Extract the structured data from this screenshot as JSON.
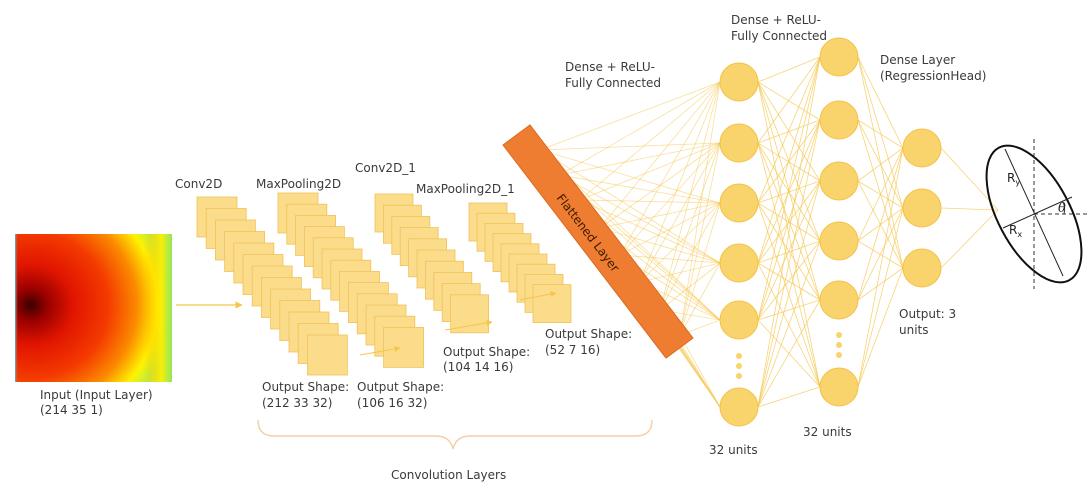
{
  "input": {
    "label_line1": "Input (Input Layer)",
    "label_line2": "(214 35 1)"
  },
  "conv_layers": [
    {
      "name": "Conv2D",
      "shape_label": "Output Shape:",
      "shape_value": "(212 33 32)"
    },
    {
      "name": "MaxPooling2D",
      "shape_label": "Output Shape:",
      "shape_value": "(106 16 32)"
    },
    {
      "name": "Conv2D_1",
      "shape_label": "Output Shape:",
      "shape_value": "(104 14 16)"
    },
    {
      "name": "MaxPooling2D_1",
      "shape_label": "Output Shape:",
      "shape_value": "(52 7 16)"
    }
  ],
  "convolution_group_label": "Convolution Layers",
  "flatten_label": "Flattened Layer",
  "dense1": {
    "title_line1": "Dense + ReLU-",
    "title_line2": "Fully Connected",
    "units": "32 units"
  },
  "dense2": {
    "title_line1": "Dense + ReLU-",
    "title_line2": "Fully Connected",
    "units": "32 units"
  },
  "head": {
    "title_line1": "Dense Layer",
    "title_line2": "(RegressionHead)",
    "output_line1": "Output: 3",
    "output_line2": "units"
  },
  "ellipse": {
    "ry_label": "R",
    "ry_sub": "y",
    "rx_label": "R",
    "rx_sub": "x",
    "theta_label": "θ"
  },
  "colors": {
    "node": "#f9d36b",
    "node_stroke": "#f3c24a",
    "feature_map": "#fbdc8a",
    "feature_map_stroke": "#f1c25a",
    "flatten": "#ee7d31",
    "edge": "#f6c54a"
  }
}
